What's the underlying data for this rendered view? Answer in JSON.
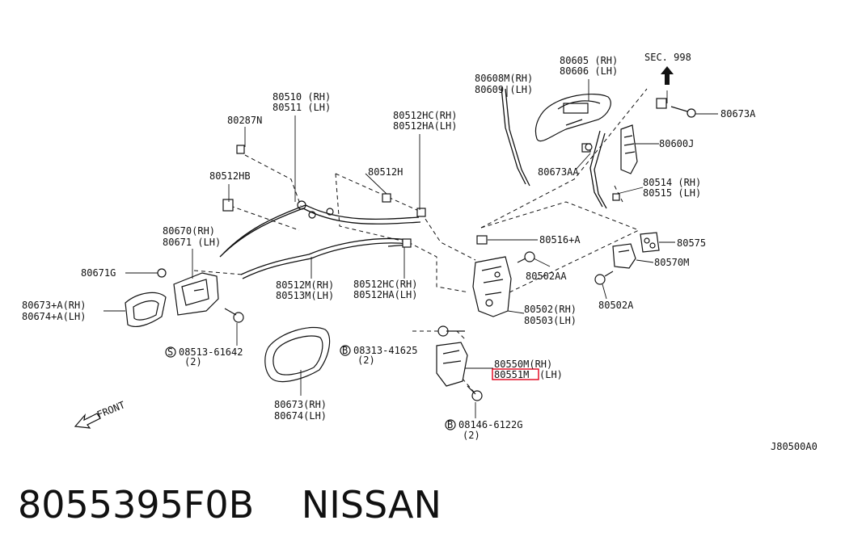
{
  "labels": {
    "l1": "80605 (RH)",
    "l2": "80606 (LH)",
    "l3": "SEC. 998",
    "l4": "80608M(RH)",
    "l5": "80609 (LH)",
    "l6": "80673A",
    "l7": "80510 (RH)",
    "l8": "80511 (LH)",
    "l9": "80512HC(RH)",
    "l10": "80512HA(LH)",
    "l11": "80287N",
    "l12": "80600J",
    "l13": "80673AA",
    "l14": "80512HB",
    "l15": "80512H",
    "l16": "80514 (RH)",
    "l17": "80515 (LH)",
    "l18": "80670(RH)",
    "l19": "80671 (LH)",
    "l20": "80516+A",
    "l21": "80575",
    "l22": "80570M",
    "l23": "80671G",
    "l24": "80502AA",
    "l25": "80512M(RH)",
    "l26": "80513M(LH)",
    "l27": "80512HC(RH)",
    "l28": "80512HA(LH)",
    "l29": "80673+A(RH)",
    "l30": "80674+A(LH)",
    "l31": "80502A",
    "l32": "80502(RH)",
    "l33": "80503(LH)",
    "l34": "S",
    "l35": "08513-61642",
    "l36": "(2)",
    "l37": "B",
    "l38": "08313-41625",
    "l39": "(2)",
    "l40": "80550M(RH)",
    "l41": "80551M",
    "l42": "(LH)",
    "l43": "80673(RH)",
    "l44": "80674(LH)",
    "l45": "FRONT",
    "l46": "B",
    "l47": "08146-6122G",
    "l48": "(2)",
    "l49": "J80500A0"
  },
  "footer": {
    "part_number": "8055395F0B",
    "brand": "NISSAN"
  },
  "colors": {
    "highlight": "#e0001a",
    "ink": "#111111"
  }
}
